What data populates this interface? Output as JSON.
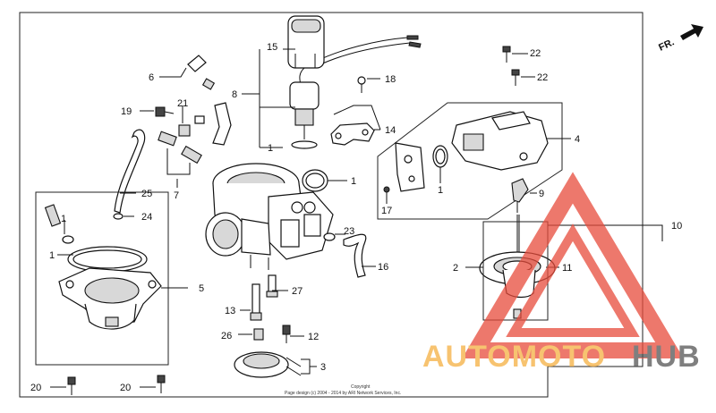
{
  "callouts": {
    "c1a": "1",
    "c1b": "1",
    "c1c": "1",
    "c1d": "1",
    "c1e": "1",
    "c2": "2",
    "c3": "3",
    "c4": "4",
    "c5": "5",
    "c6": "6",
    "c7": "7",
    "c8": "8",
    "c9": "9",
    "c10": "10",
    "c11": "11",
    "c12": "12",
    "c13": "13",
    "c14": "14",
    "c15": "15",
    "c16": "16",
    "c17": "17",
    "c18": "18",
    "c19": "19",
    "c20a": "20",
    "c20b": "20",
    "c21": "21",
    "c22a": "22",
    "c22b": "22",
    "c23": "23",
    "c24": "24",
    "c25": "25",
    "c26": "26",
    "c27": "27"
  },
  "direction_label": "FR.",
  "copyright_line1": "Copyright",
  "copyright_line2": "Page design (c) 2004 - 2014 by ARI Network Services, Inc.",
  "watermark": {
    "part1": "AUTOMOTO",
    "part2": "HUB",
    "color1": "#f5b041",
    "color2": "#555555",
    "triangle_color": "#e74c3c"
  }
}
